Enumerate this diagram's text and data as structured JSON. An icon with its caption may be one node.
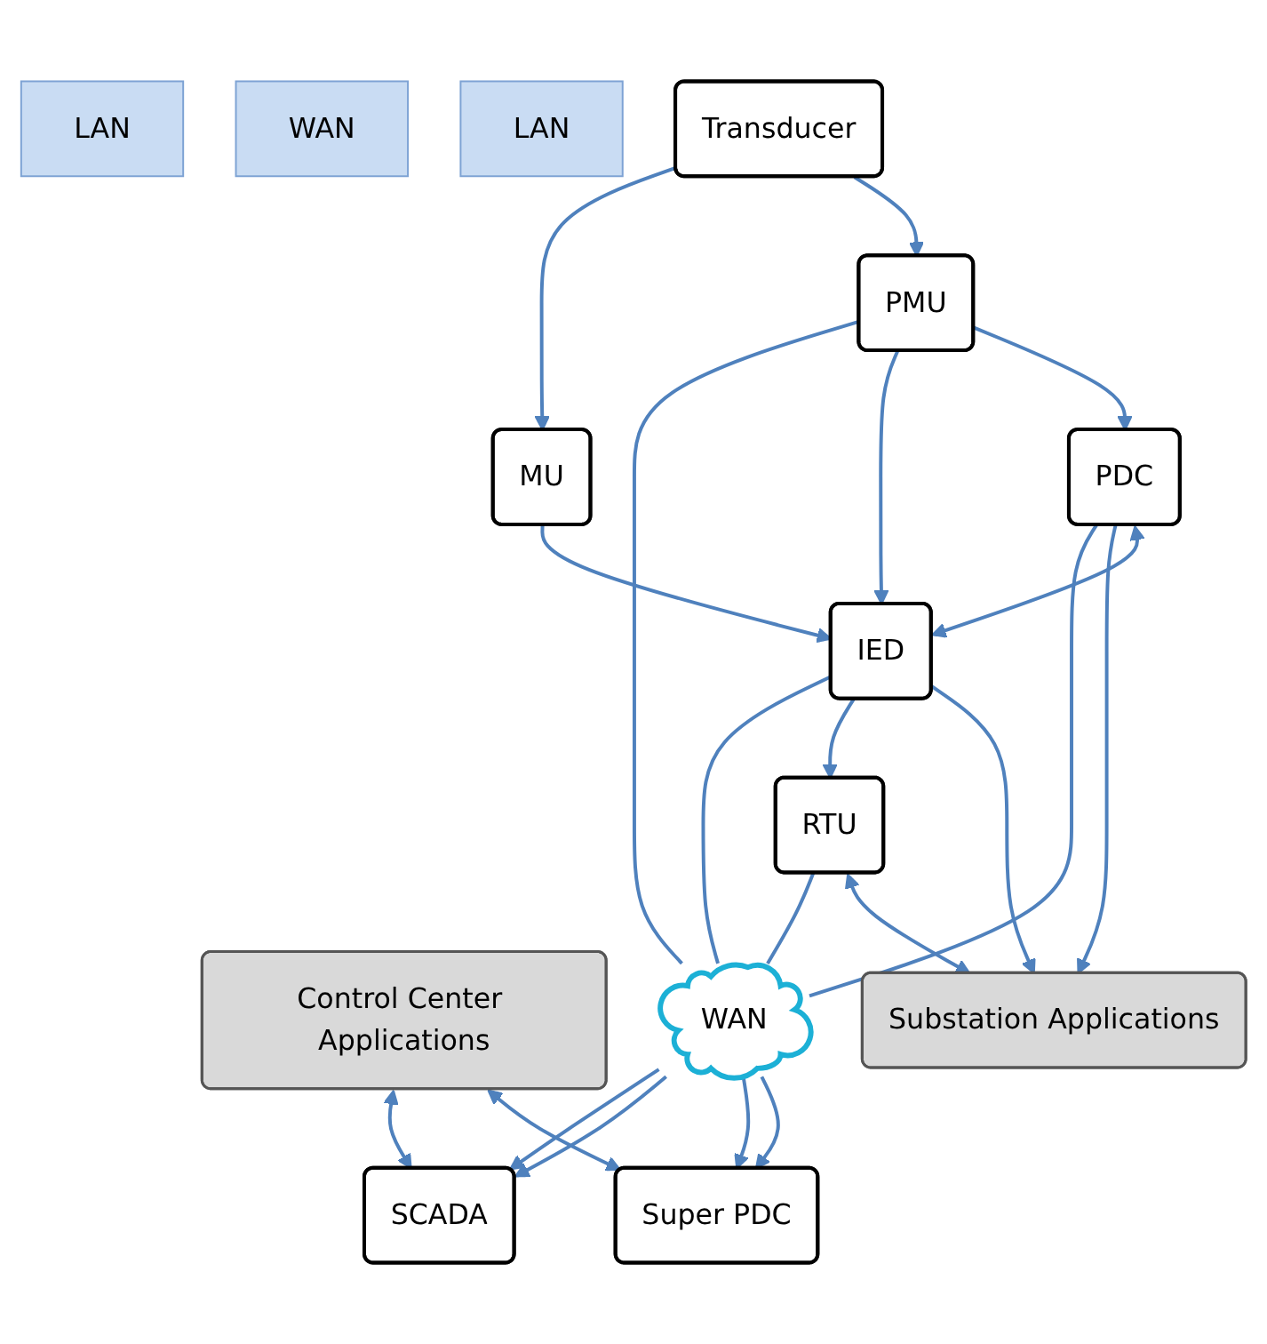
{
  "diagram": {
    "nodes": [
      {
        "text": [
          "LAN"
        ]
      },
      {
        "text": [
          "WAN"
        ]
      },
      {
        "text": [
          "LAN"
        ]
      },
      {
        "text": [
          "Control Center Applications"
        ]
      },
      {
        "text": [
          "SCADA"
        ]
      },
      {
        "text": [
          "Super PDC"
        ]
      },
      {
        "text": [
          "WAN"
        ]
      },
      {
        "text": [
          "RTU"
        ]
      },
      {
        "text": [
          "PDC"
        ]
      },
      {
        "text": [
          "Substation Applications"
        ]
      },
      {
        "text": [
          "IED"
        ]
      },
      {
        "text": [
          "MU"
        ]
      },
      {
        "text": [
          "PMU"
        ]
      },
      {
        "text": [
          "Transducer"
        ]
      }
    ],
    "edges": [
      {
        "from": 3,
        "to": 4,
        "arrow": "both"
      },
      {
        "from": 3,
        "to": 5,
        "arrow": "both"
      },
      {
        "from": 6,
        "to": 4,
        "arrow": "to"
      },
      {
        "from": 6,
        "to": 4,
        "arrow": "to"
      },
      {
        "from": 6,
        "to": 5,
        "arrow": "to"
      },
      {
        "from": 6,
        "to": 5,
        "arrow": "to"
      },
      {
        "from": 7,
        "to": 6,
        "arrow": "none"
      },
      {
        "from": 8,
        "to": 6,
        "arrow": "none"
      },
      {
        "from": 10,
        "to": 6,
        "arrow": "none"
      },
      {
        "from": 12,
        "to": 6,
        "arrow": "none"
      },
      {
        "from": 7,
        "to": 9,
        "arrow": "both"
      },
      {
        "from": 8,
        "to": 9,
        "arrow": "to"
      },
      {
        "from": 10,
        "to": 7,
        "arrow": "to"
      },
      {
        "from": 10,
        "to": 9,
        "arrow": "to"
      },
      {
        "from": 8,
        "to": 10,
        "arrow": "both"
      },
      {
        "from": 12,
        "to": 10,
        "arrow": "to"
      },
      {
        "from": 12,
        "to": 8,
        "arrow": "to"
      },
      {
        "from": 11,
        "to": 10,
        "arrow": "to"
      },
      {
        "from": 13,
        "to": 11,
        "arrow": "to"
      },
      {
        "from": 13,
        "to": 12,
        "arrow": "to"
      }
    ]
  }
}
